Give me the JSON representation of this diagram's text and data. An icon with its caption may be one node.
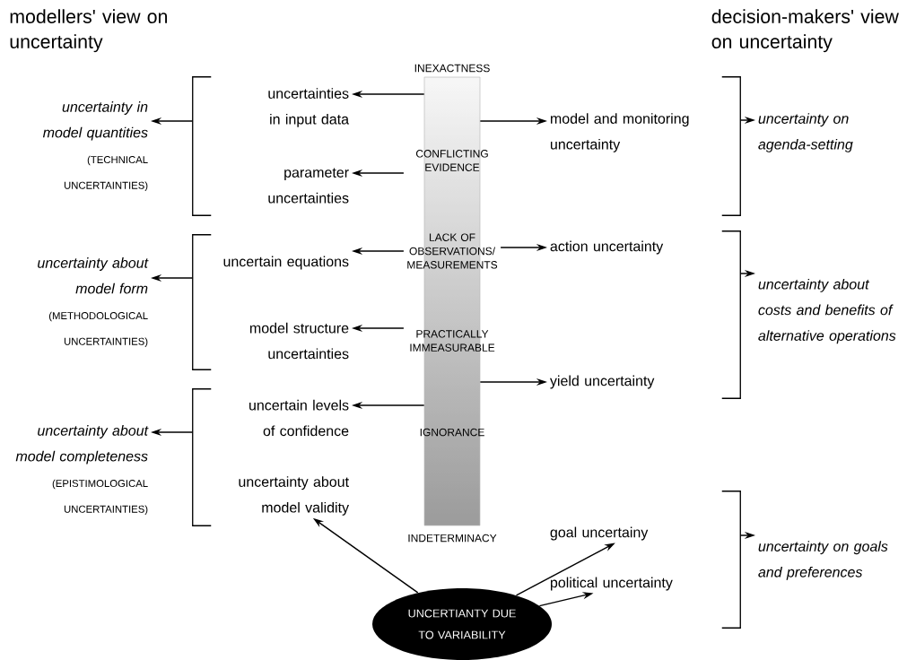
{
  "diagram": {
    "nodes": [
      {
        "text": [],
        "shape": "bar"
      },
      {
        "text": [
          "INEXACTNESS"
        ]
      },
      {
        "text": [
          "CONFLICTING EVIDENCE"
        ]
      },
      {
        "text": [
          "LACK OF OBSERVATIONS/ MEASUREMENTS"
        ]
      },
      {
        "text": [
          "PRACTICALLY IMMEASURABLE"
        ]
      },
      {
        "text": [
          "IGNORANCE"
        ]
      },
      {
        "text": [
          "INDETERMINACY"
        ]
      },
      {
        "text": [],
        "shape": "bracket"
      },
      {
        "text": [],
        "shape": "bracket"
      },
      {
        "text": [],
        "shape": "bracket"
      },
      {
        "text": [],
        "shape": "bracket"
      },
      {
        "text": [],
        "shape": "bracket"
      },
      {
        "text": [],
        "shape": "bracket"
      },
      {
        "text": [
          "uncertainties in input data"
        ]
      },
      {
        "text": [
          "parameter uncertainties"
        ]
      },
      {
        "text": [
          "uncertain equations"
        ]
      },
      {
        "text": [
          "model structure uncertainties"
        ]
      },
      {
        "text": [
          "uncertain levels of confidence"
        ]
      },
      {
        "text": [
          "uncertainty about model validity"
        ]
      },
      {
        "text": [
          "model and monitoring uncertainty"
        ]
      },
      {
        "text": [
          "action uncertainty"
        ]
      },
      {
        "text": [
          "yield uncertainty"
        ]
      },
      {
        "text": [
          "goal uncertainy"
        ]
      },
      {
        "text": [
          "political uncertainty"
        ]
      },
      {
        "text": [
          "uncertainty in model quantities",
          "(TECHNICAL UNCERTAINTIES)"
        ]
      },
      {
        "text": [
          "uncertainty about model form",
          "(METHODOLOGICAL UNCERTAINTIES)"
        ]
      },
      {
        "text": [
          "uncertainty about model completeness",
          "(EPISTIMOLOGICAL UNCERTAINTIES)"
        ]
      },
      {
        "text": [
          "uncertainty on agenda-setting"
        ]
      },
      {
        "text": [
          "uncertainty about costs and benefits of alternative operations"
        ]
      },
      {
        "text": [
          "uncertainty on goals and preferences"
        ]
      },
      {
        "text": [
          "UNCERTIANTY DUE TO VARIABILITY"
        ]
      }
    ],
    "edges": [
      {
        "from": 0,
        "to": 13,
        "arrow": "to"
      },
      {
        "from": 0,
        "to": 19,
        "arrow": "to"
      },
      {
        "from": 2,
        "to": 14,
        "arrow": "to"
      },
      {
        "from": 3,
        "to": 15,
        "arrow": "to"
      },
      {
        "from": 3,
        "to": 20,
        "arrow": "to"
      },
      {
        "from": 4,
        "to": 16,
        "arrow": "to"
      },
      {
        "from": 0,
        "to": 21,
        "arrow": "to"
      },
      {
        "from": 0,
        "to": 17,
        "arrow": "to"
      },
      {
        "from": 7,
        "to": 24,
        "arrow": "to"
      },
      {
        "from": 8,
        "to": 25,
        "arrow": "to"
      },
      {
        "from": 9,
        "to": 26,
        "arrow": "to"
      },
      {
        "from": 10,
        "to": 27,
        "arrow": "to"
      },
      {
        "from": 11,
        "to": 28,
        "arrow": "to"
      },
      {
        "from": 12,
        "to": 29,
        "arrow": "to"
      },
      {
        "from": 30,
        "to": 18,
        "arrow": "to"
      },
      {
        "from": 30,
        "to": 22,
        "arrow": "to"
      },
      {
        "from": 30,
        "to": 23,
        "arrow": "to"
      }
    ],
    "labels": [
      "modellers' view on uncertainty",
      "decision-makers' view on uncertainty"
    ]
  }
}
